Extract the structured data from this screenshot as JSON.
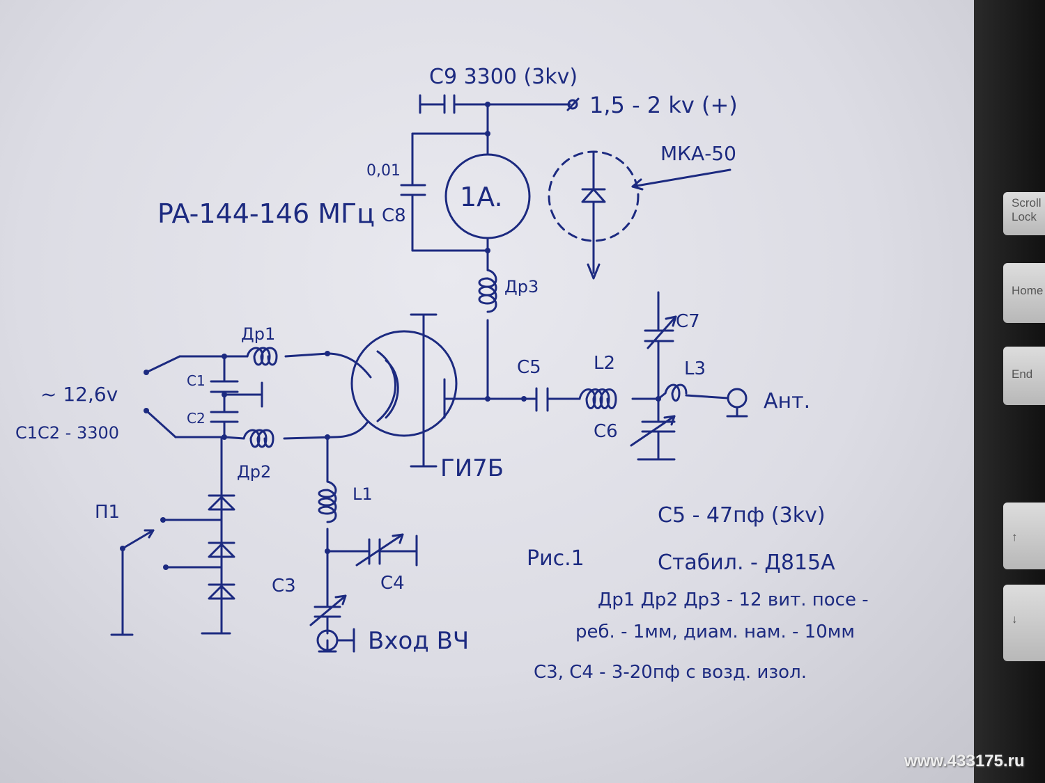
{
  "labels": {
    "c9": "C9 3300 (3kv)",
    "hv": "1,5 - 2 kv (+)",
    "c8_val": "0,01",
    "c8": "C8",
    "title": "PA-144-146 МГц",
    "meter": "1A.",
    "mka": "МКА-50",
    "dr3": "Др3",
    "dr1": "Др1",
    "dr2": "Др2",
    "c7": "C7",
    "l2": "L2",
    "l3": "L3",
    "c5": "C5",
    "c6": "C6",
    "ant": "Ант.",
    "fil": "~ 12,6v",
    "c1": "C1",
    "c2": "C2",
    "c12": "C1C2 - 3300",
    "tube": "ГИ7Б",
    "l1": "L1",
    "p1": "П1",
    "c3": "C3",
    "c4": "C4",
    "input": "Вход ВЧ",
    "fig": "Рис.1"
  },
  "notes": [
    "C5 - 47пф (3kv)",
    "Стабил. - Д815А",
    "Др1 Др2 Др3 - 12 вит. посе -",
    "реб. - 1мм, диам. нам. - 10мм",
    "C3, C4 - 3-20пф с возд. изол."
  ],
  "keyboard": {
    "keys": [
      {
        "line1": "Scroll",
        "line2": "Lock"
      },
      {
        "line1": "Home",
        "line2": ""
      },
      {
        "line1": "End",
        "line2": ""
      },
      {
        "line1": "↑",
        "line2": ""
      },
      {
        "line1": "↓",
        "line2": ""
      }
    ]
  },
  "watermark": "www.433175.ru",
  "colors": {
    "ink": "#1c2a80",
    "paper": "#e2e2ea"
  }
}
